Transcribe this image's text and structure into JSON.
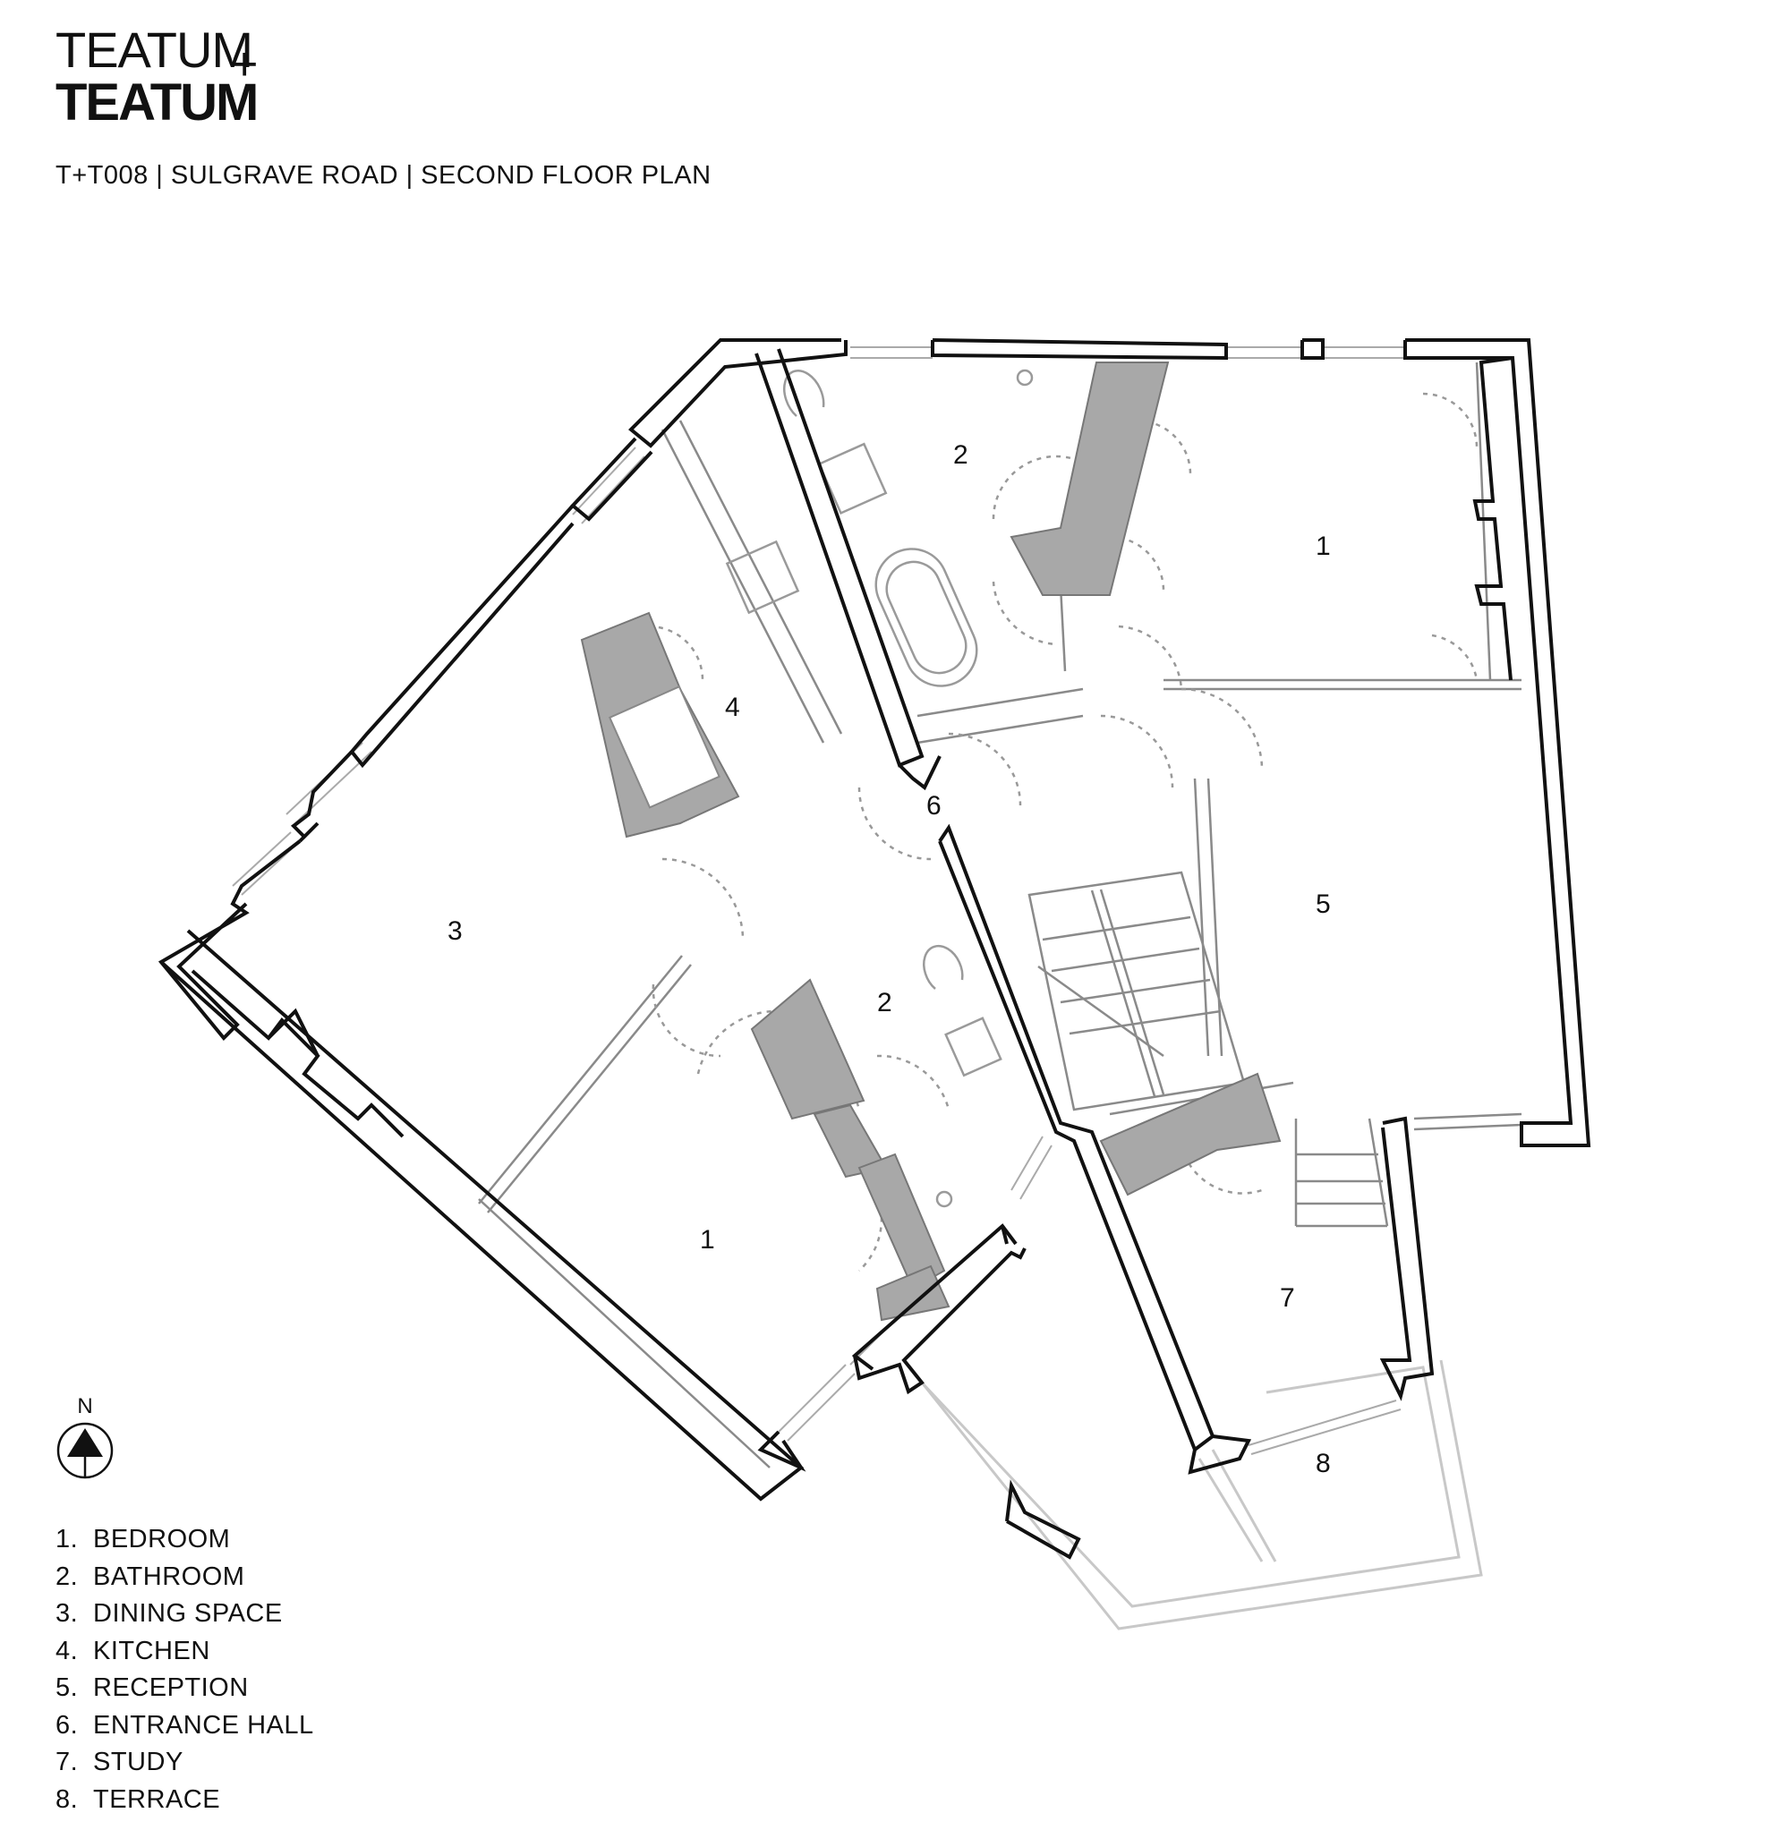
{
  "header": {
    "logo_line1": "TEATUM",
    "logo_line2": "TEATUM",
    "logo_plus": "+",
    "subtitle": "T+T008 | SULGRAVE ROAD | SECOND FLOOR PLAN"
  },
  "rooms": [
    {
      "id": "bedroom-upper-right",
      "label": "1"
    },
    {
      "id": "bathroom-upper",
      "label": "2"
    },
    {
      "id": "dining",
      "label": "3"
    },
    {
      "id": "kitchen",
      "label": "4"
    },
    {
      "id": "entrance-hall",
      "label": "6"
    },
    {
      "id": "reception",
      "label": "5"
    },
    {
      "id": "bathroom-lower",
      "label": "2"
    },
    {
      "id": "bedroom-lower",
      "label": "1"
    },
    {
      "id": "study",
      "label": "7"
    },
    {
      "id": "terrace",
      "label": "8"
    }
  ],
  "north": {
    "label": "N"
  },
  "legend": [
    {
      "num": "1.",
      "text": "BEDROOM"
    },
    {
      "num": "2.",
      "text": "BATHROOM"
    },
    {
      "num": "3.",
      "text": "DINING SPACE"
    },
    {
      "num": "4.",
      "text": "KITCHEN"
    },
    {
      "num": "5.",
      "text": "RECEPTION"
    },
    {
      "num": "6.",
      "text": "ENTRANCE HALL"
    },
    {
      "num": "7.",
      "text": "STUDY"
    },
    {
      "num": "8.",
      "text": "TERRACE"
    }
  ]
}
